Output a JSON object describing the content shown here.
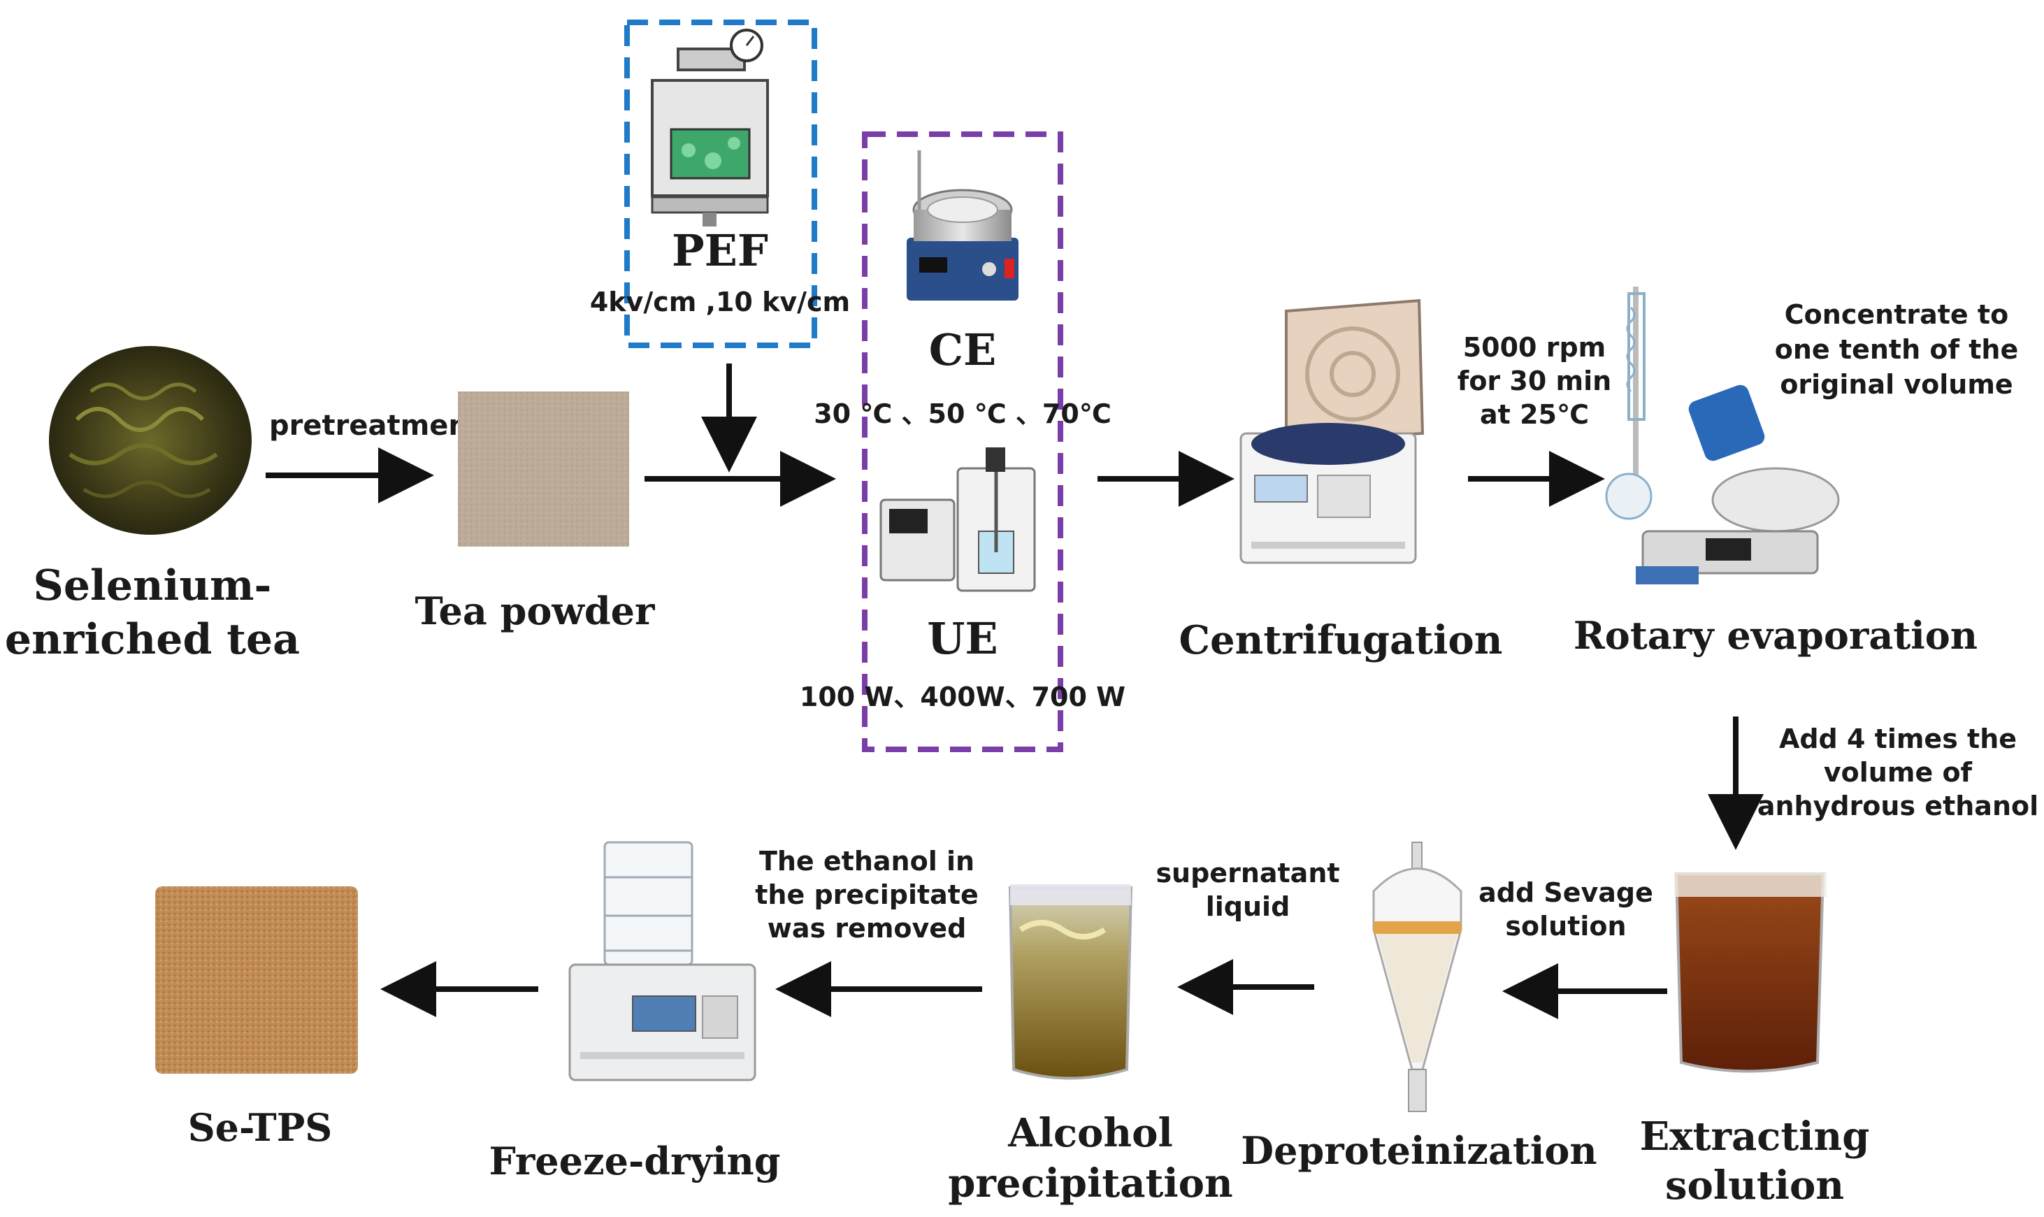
{
  "steps": {
    "tea": {
      "label_line1": "Selenium-",
      "label_line2": "enriched tea"
    },
    "tea_powder": {
      "label": "Tea powder"
    },
    "pef": {
      "label": "PEF",
      "params": "4kv/cm ,10 kv/cm"
    },
    "ce": {
      "label": "CE",
      "params": "30 ℃ 、50 ℃ 、70℃"
    },
    "ue": {
      "label": "UE",
      "params": "100 W、400W、700 W"
    },
    "centrifugation": {
      "label": "Centrifugation"
    },
    "rotary": {
      "label": "Rotary evaporation"
    },
    "extracting": {
      "label_line1": "Extracting",
      "label_line2": "solution"
    },
    "deproteinization": {
      "label": "Deproteinization"
    },
    "alcohol": {
      "label_line1": "Alcohol",
      "label_line2": "precipitation"
    },
    "freeze": {
      "label": "Freeze-drying"
    },
    "setps": {
      "label": "Se-TPS"
    }
  },
  "arrows": {
    "pretreatment": "pretreatment",
    "centrifuge_cond": [
      "5000 rpm",
      "for 30 min",
      "at 25℃"
    ],
    "concentrate": [
      "Concentrate to",
      "one tenth of the",
      "original volume"
    ],
    "add_ethanol": [
      "Add 4 times the",
      "volume of",
      "anhydrous ethanol"
    ],
    "add_sevage": [
      "add Sevage",
      "solution"
    ],
    "supernatant": [
      "supernatant",
      "liquid"
    ],
    "ethanol_removed": [
      "The ethanol in",
      "the precipitate",
      "was removed"
    ]
  },
  "colors": {
    "pef_box": "#1f7ac8",
    "extraction_box": "#7a3ea8",
    "arrow": "#111111",
    "tea_powder": "#b9a896",
    "setps_powder": "#c08a55",
    "extract_liquid": "#7a2e0e"
  }
}
